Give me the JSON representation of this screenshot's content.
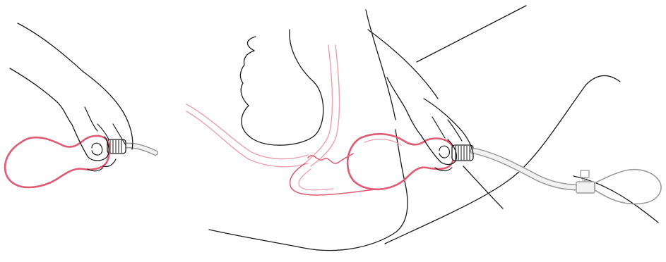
{
  "figure": {
    "panels": [
      {
        "id": "left",
        "subject": "hand-holding-device-detail"
      },
      {
        "id": "right",
        "subject": "device-inserted-cross-section"
      }
    ]
  },
  "colors": {
    "outline": "#1a1a1a",
    "device": "#e05a73",
    "device_light": "#eaa0ae",
    "tube": "#9a9a9a",
    "tube_fill": "#f2f2f2"
  },
  "icons": [
    "hand-icon",
    "pelvic-floor-device-icon",
    "inflation-bulb-icon",
    "valve-icon"
  ]
}
